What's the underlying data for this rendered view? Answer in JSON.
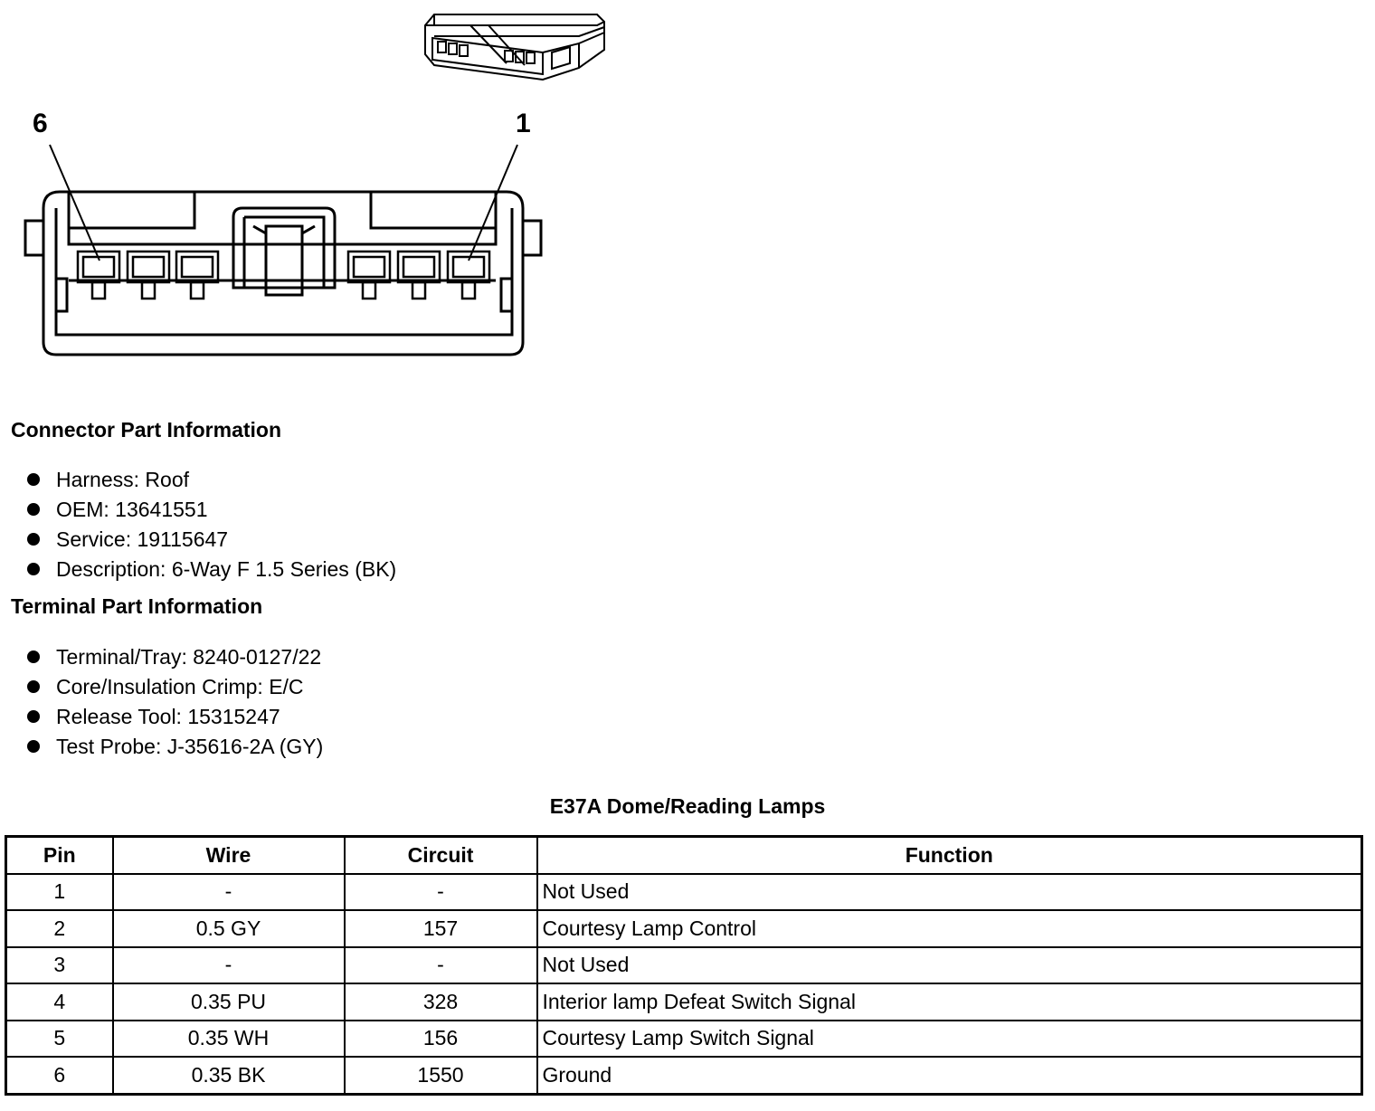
{
  "diagram": {
    "pin_label_left": "6",
    "pin_label_right": "1"
  },
  "connector_info": {
    "title": "Connector Part Information",
    "items": [
      "Harness: Roof",
      "OEM: 13641551",
      "Service: 19115647",
      "Description: 6-Way F 1.5 Series (BK)"
    ]
  },
  "terminal_info": {
    "title": "Terminal Part Information",
    "items": [
      "Terminal/Tray: 8240-0127/22",
      "Core/Insulation Crimp: E/C",
      "Release Tool: 15315247",
      "Test Probe: J-35616-2A (GY)"
    ]
  },
  "pin_table": {
    "title": "E37A Dome/Reading Lamps",
    "headers": [
      "Pin",
      "Wire",
      "Circuit",
      "Function"
    ],
    "rows": [
      [
        "1",
        "-",
        "-",
        "Not Used"
      ],
      [
        "2",
        "0.5 GY",
        "157",
        "Courtesy Lamp Control"
      ],
      [
        "3",
        "-",
        "-",
        "Not Used"
      ],
      [
        "4",
        "0.35 PU",
        "328",
        "Interior lamp Defeat Switch Signal"
      ],
      [
        "5",
        "0.35 WH",
        "156",
        "Courtesy Lamp Switch Signal"
      ],
      [
        "6",
        "0.35 BK",
        "1550",
        "Ground"
      ]
    ]
  }
}
